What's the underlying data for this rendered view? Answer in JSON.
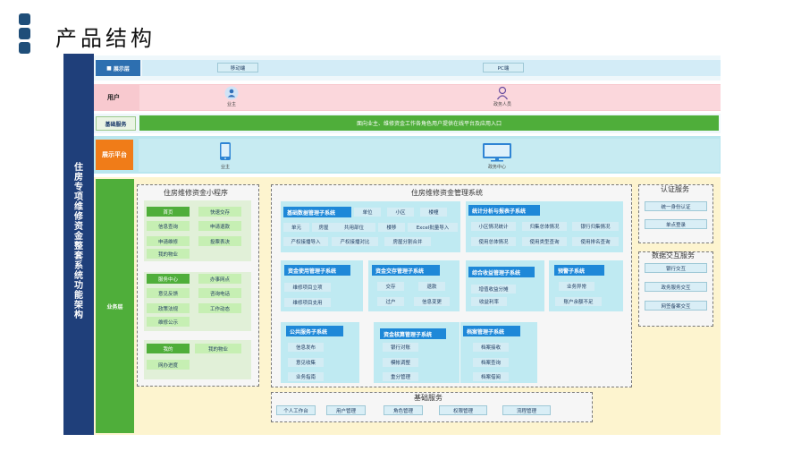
{
  "header": {
    "title": "产品结构"
  },
  "sidebar": {
    "title": "住房专项维修资金 整套系统功能架构"
  },
  "layers": {
    "display": {
      "label": "展示层",
      "items": [
        "移动端",
        "PC端"
      ]
    },
    "user": {
      "label": "用户",
      "items": [
        "业主",
        "政务人员"
      ]
    },
    "base_service": {
      "label": "基础服务",
      "desc": "面向业主、维修资金工作各角色用户提供在线平台及应用入口"
    },
    "platform": {
      "label": "展示平台",
      "items": [
        "业主",
        "政务中心"
      ]
    },
    "business": {
      "label": "业务层"
    }
  },
  "mini_program": {
    "title": "住房维修资金小程序",
    "group1": [
      "首页",
      "快速交存",
      "信息查询",
      "申请退款",
      "申请维修",
      "投票表决",
      "我的物业"
    ],
    "group2": [
      "服务中心",
      "办事网点",
      "意见反馈",
      "咨询电话",
      "政策法规",
      "工作动态",
      "维修公示"
    ],
    "group3": [
      "我的",
      "我的物业",
      "网办进度"
    ]
  },
  "mgmt": {
    "title": "住房维修资金管理系统",
    "basic_data": {
      "title": "基础数据管理子系统",
      "items": [
        "单位",
        "小区",
        "楼幢",
        "单元",
        "房屋",
        "共用部位",
        "楼移",
        "Excel批量导入",
        "产权接播导入",
        "产权接播对比",
        "房屋分割合并"
      ]
    },
    "stats": {
      "title": "统计分析与报表子系统",
      "items": [
        "小区情况统计",
        "归集总体情况",
        "银行归集情况",
        "使用总体情况",
        "使用类型查询",
        "使用排名查询"
      ]
    },
    "funds_use": {
      "title": "资金使用管理子系统",
      "items": [
        "维修项目立项",
        "维修项目支用"
      ]
    },
    "funds_deposit": {
      "title": "资金交存管理子系统",
      "items": [
        "交存",
        "退款",
        "过户",
        "信息变更"
      ]
    },
    "income": {
      "title": "综合收益管理子系统",
      "items": [
        "增值收益分摊",
        "收益利率"
      ]
    },
    "warning": {
      "title": "预警子系统",
      "items": [
        "业务异常",
        "账户余额不足"
      ]
    },
    "public_service": {
      "title": "公共服务子系统",
      "items": [
        "信息发布",
        "意见收集",
        "业务指南"
      ]
    },
    "accounting": {
      "title": "资金核算管理子系统",
      "items": [
        "银行对账",
        "模帐调整",
        "重分管理"
      ]
    },
    "archive": {
      "title": "档案管理子系统",
      "items": [
        "档案接收",
        "档案查询",
        "档案借阅"
      ]
    }
  },
  "auth": {
    "title": "认证服务",
    "items": [
      "统一身份认证",
      "单点登录"
    ]
  },
  "data_exchange": {
    "title": "数据交互服务",
    "items": [
      "银行交互",
      "政务服务交互",
      "网签备案交互"
    ]
  },
  "basic_services": {
    "title": "基础服务",
    "items": [
      "个人工作台",
      "用户管理",
      "角色管理",
      "权限管理",
      "流程管理"
    ]
  },
  "colors": {
    "sidebar": "#1f3f7a",
    "display_row": "#dbeef7",
    "user_row": "#f8c9cf",
    "base_row": "#4fae3a",
    "platform_row": "#b9e6ee",
    "business_row": "#fdf4cf",
    "orange_label": "#f07c18",
    "system_header": "#1e88d8"
  },
  "icons": [
    "person-icon",
    "official-icon",
    "phone-icon",
    "monitor-icon"
  ]
}
